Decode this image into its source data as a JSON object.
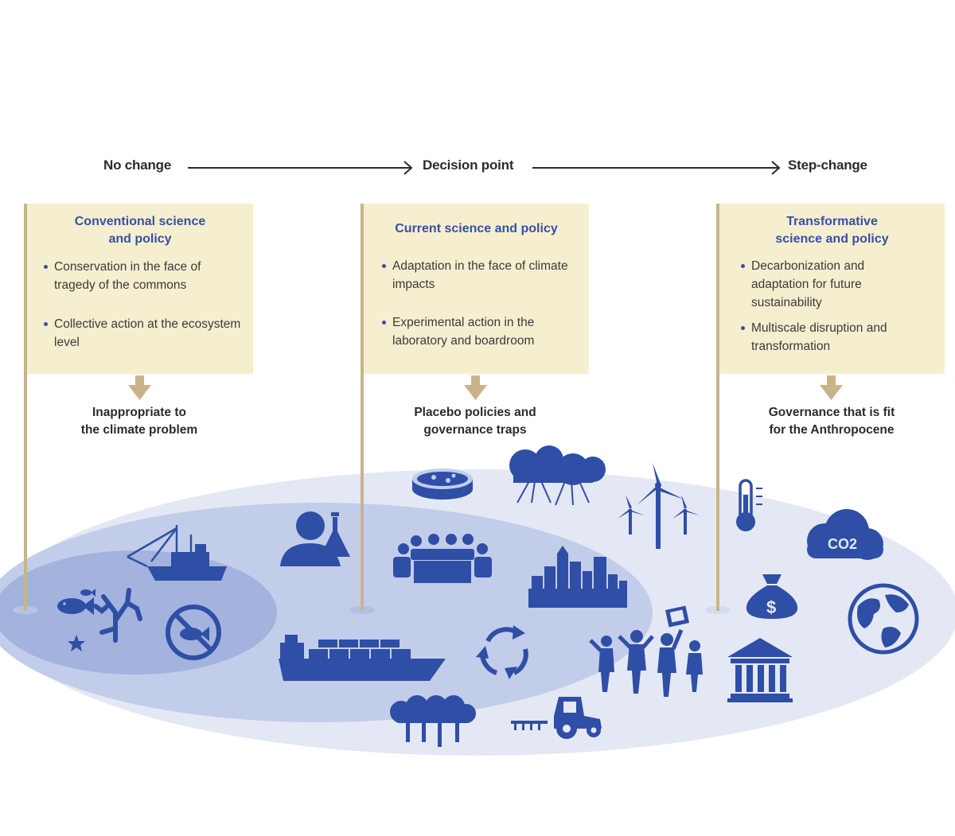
{
  "timeline": {
    "start": "No change",
    "middle": "Decision point",
    "end": "Step-change"
  },
  "panels": [
    {
      "title": "Conventional science\nand policy",
      "bullets": [
        "Conservation in the face of tragedy of the commons",
        "Collective action at the ecosystem level"
      ],
      "outcome": "Inappropriate to\nthe climate problem"
    },
    {
      "title": "Current science and policy",
      "bullets": [
        "Adaptation in the face of climate impacts",
        "Experimental action in the laboratory and boardroom"
      ],
      "outcome": "Placebo policies and\ngovernance traps"
    },
    {
      "title": "Transformative\nscience and policy",
      "bullets": [
        "Decarbonization and adaptation for future sustainability",
        "Multiscale disruption and transformation"
      ],
      "outcome": "Governance that is fit\nfor the Anthropocene"
    }
  ],
  "icons": {
    "co2_label": "CO2",
    "money_label": "$"
  },
  "colors": {
    "icon_blue": "#2f4ea6",
    "card_fill": "#f6efcf",
    "pole": "#c8b48c",
    "arrow": "#c9b48a",
    "title_blue": "#3550a8",
    "ellipse_outer": "#e3e8f4",
    "ellipse_middle": "#c2cdea",
    "ellipse_inner": "#a3b3de"
  }
}
